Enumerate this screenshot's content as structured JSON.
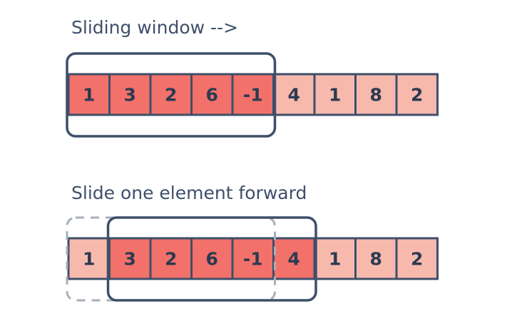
{
  "title_top": "Sliding window -->",
  "title_bottom": "Slide one element forward",
  "array": [
    "1",
    "3",
    "2",
    "6",
    "-1",
    "4",
    "1",
    "8",
    "2"
  ],
  "colors": {
    "window_cell": "#f2716a",
    "other_cell": "#f8b9ad",
    "cell_border": "#3e4f6a",
    "window_frame": "#3e4f6a",
    "previous_window_frame": "#a9b0ba",
    "text": "#2c3a52"
  },
  "rows": [
    {
      "heading_key": "title_top",
      "window": {
        "start": 0,
        "end": 4
      }
    },
    {
      "heading_key": "title_bottom",
      "window": {
        "start": 1,
        "end": 5
      },
      "previous_window": {
        "start": 0,
        "end": 4
      }
    }
  ]
}
